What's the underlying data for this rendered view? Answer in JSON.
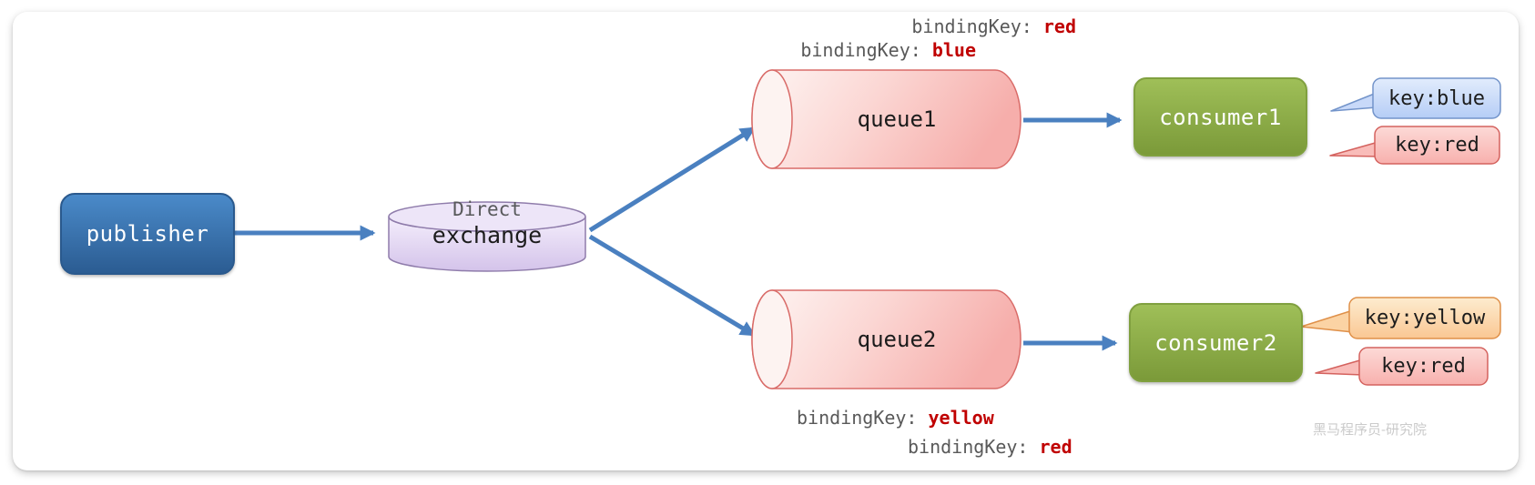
{
  "nodes": {
    "publisher": {
      "label": "publisher"
    },
    "exchange": {
      "kind": "Direct",
      "label": "exchange"
    },
    "queue1": {
      "label": "queue1"
    },
    "queue2": {
      "label": "queue2"
    },
    "consumer1": {
      "label": "consumer1"
    },
    "consumer2": {
      "label": "consumer2"
    }
  },
  "bindings": {
    "queue1": [
      {
        "label": "bindingKey: ",
        "value": "red"
      },
      {
        "label": "bindingKey: ",
        "value": "blue"
      }
    ],
    "queue2": [
      {
        "label": "bindingKey: ",
        "value": "yellow"
      },
      {
        "label": "bindingKey: ",
        "value": "red"
      }
    ]
  },
  "messages": {
    "consumer1": [
      {
        "text": "key:blue",
        "variant": "blue"
      },
      {
        "text": "key:red",
        "variant": "red"
      }
    ],
    "consumer2": [
      {
        "text": "key:yellow",
        "variant": "yellow"
      },
      {
        "text": "key:red",
        "variant": "red"
      }
    ]
  },
  "watermark": "黑马程序员-研究院",
  "colors": {
    "arrow": "#4a80c0",
    "binding_label": "#595959",
    "binding_value": "#c00000",
    "publisher_fill": "#2b5c92",
    "consumer_fill": "#7b9a39",
    "exchange_stroke": "#8f7cab",
    "queue_stroke": "#d96b68",
    "bubble_blue_stroke": "#7394ca",
    "bubble_red_stroke": "#d4625e",
    "bubble_orange_stroke": "#df9049"
  }
}
